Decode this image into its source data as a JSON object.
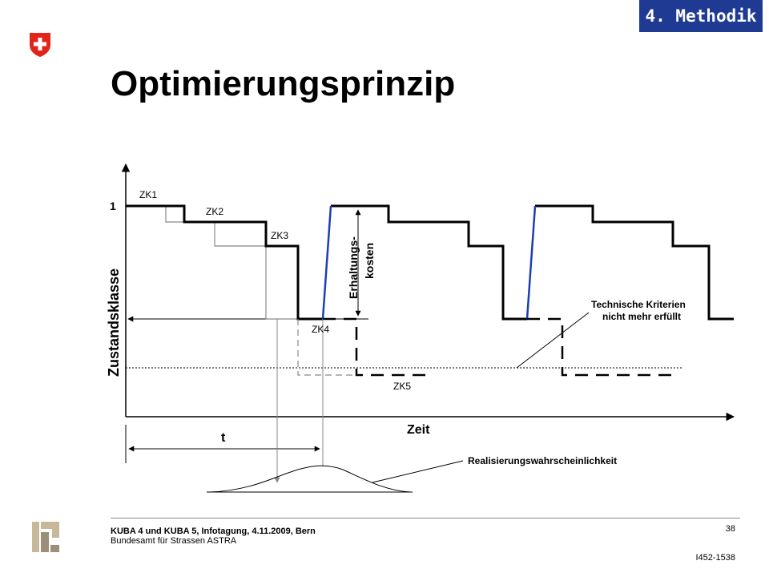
{
  "header": {
    "section": "4. Methodik",
    "title": "Optimierungsprinzip"
  },
  "diagram": {
    "y_axis_label": "Zustandsklasse",
    "y_tick": "1",
    "x_axis_label": "Zeit",
    "zk_labels": [
      "ZK1",
      "ZK2",
      "ZK3",
      "ZK4",
      "ZK5"
    ],
    "cost_label_line1": "Erhaltungs-",
    "cost_label_line2": "kosten",
    "criteria_line1": "Technische Kriterien",
    "criteria_line2": "nicht mehr erfüllt",
    "t_label": "t",
    "probability_label": "Realisierungswahrscheinlichkeit"
  },
  "footer": {
    "event": "KUBA 4 und KUBA 5, Infotagung, 4.11.2009, Bern",
    "office": "Bundesamt für Strassen ASTRA",
    "page": "38",
    "code": "I452-1538"
  },
  "colors": {
    "badge": "#1f3a93",
    "swiss_red": "#e1251b",
    "repair_line": "#1e3fb4"
  }
}
